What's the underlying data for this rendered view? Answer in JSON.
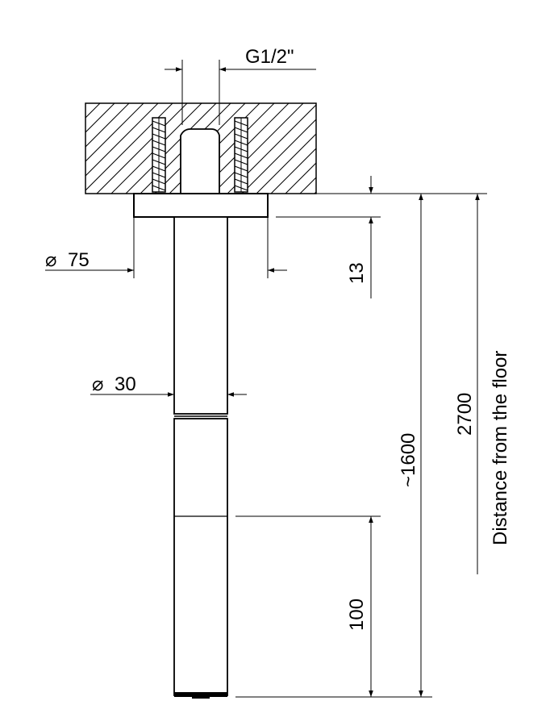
{
  "dimensions": {
    "thread": "G1/2\"",
    "flange_diameter_symbol": "⌀",
    "flange_diameter": "75",
    "pipe_diameter_symbol": "⌀",
    "pipe_diameter": "30",
    "flange_thickness": "13",
    "arm_length": "~1600",
    "end_length": "100",
    "height": "2700",
    "height_caption": "Distance from the floor"
  },
  "colors": {
    "line": "#000000",
    "background": "#ffffff"
  }
}
